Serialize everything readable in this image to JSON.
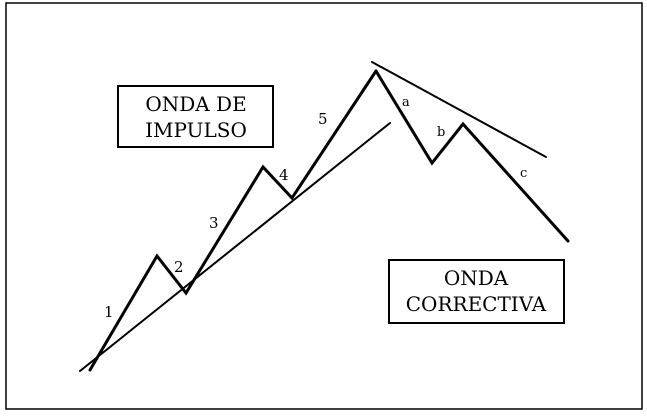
{
  "diagram": {
    "impulse_label_lines": [
      "ONDA DE",
      "IMPULSO"
    ],
    "corrective_label_lines": [
      "ONDA",
      "CORRECTIVA"
    ],
    "impulse_wave_labels": [
      "1",
      "2",
      "3",
      "4",
      "5"
    ],
    "corrective_wave_labels": [
      "a",
      "b",
      "c"
    ]
  }
}
